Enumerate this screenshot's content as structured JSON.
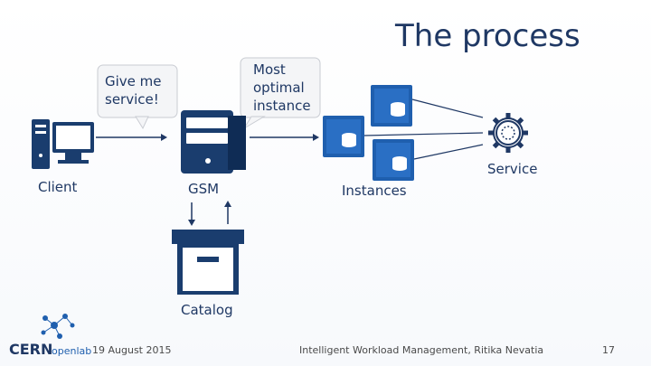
{
  "slide": {
    "title": "The process",
    "bubble_request": "Give me service!",
    "bubble_response": "Most optimal instance",
    "labels": {
      "client": "Client",
      "gsm": "GSM",
      "instances": "Instances",
      "service": "Service",
      "catalog": "Catalog"
    },
    "footer": {
      "logo_text_cern": "CERN",
      "logo_text_openlab": "openlab",
      "date": "19 August 2015",
      "presenter": "Intelligent Workload Management, Ritika Nevatia",
      "page": "17"
    }
  },
  "colors": {
    "accent": "#1f5fae",
    "dark": "#163a6b",
    "text": "#1f3864"
  }
}
